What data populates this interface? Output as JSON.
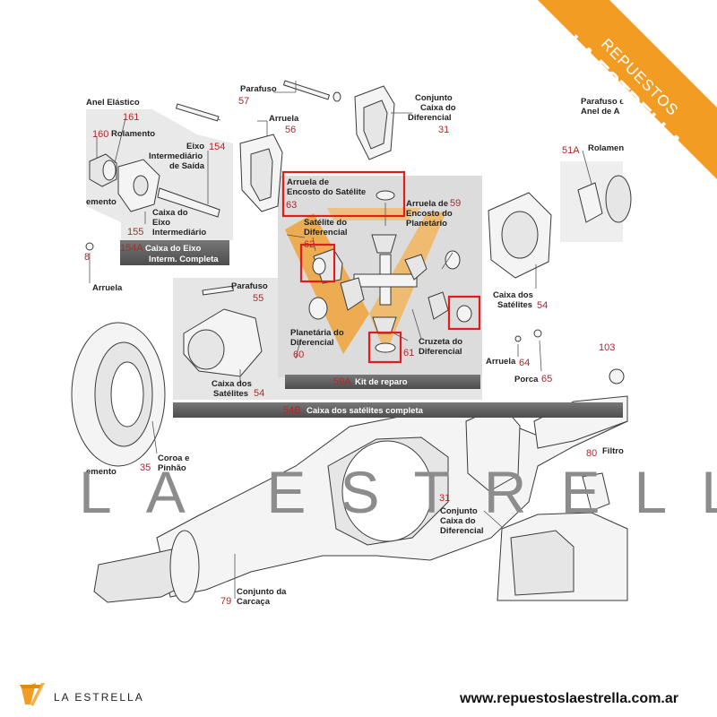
{
  "brand": {
    "corner_top": "REPUESTOS",
    "corner_main": "LA ESTRELLA",
    "watermark": "LA ESTRELLA",
    "footer_brand": "LA ESTRELLA",
    "footer_url": "www.repuestoslaestrella.com.ar",
    "accent_color": "#f39c23"
  },
  "labels": {
    "anel_elastico": "Anel Elástico",
    "n161": "161",
    "rolamento_left": "Rolamento",
    "n160": "160",
    "eixo_intermediario_saida": [
      "Eixo",
      "Intermediário",
      "de Saída"
    ],
    "n154": "154",
    "caixa_eixo_intermediario": [
      "Caixa do",
      "Eixo",
      "Intermediário"
    ],
    "n155": "155",
    "emento_top": "emento",
    "n154a": "154A",
    "band_154a": [
      "Caixa do Eixo",
      "Interm. Completa"
    ],
    "parafuso_57": "Parafuso",
    "n57": "57",
    "arruela_56": "Arruela",
    "n56": "56",
    "conjunto_caixa_31": [
      "Conjunto",
      "Caixa do",
      "Diferencial"
    ],
    "n31": "31",
    "parafuso_anel_right": [
      "Parafuso e",
      "Anel de A"
    ],
    "n51a": "51A",
    "rolamento_right": "Rolamen",
    "arruela_encosto_satelite": [
      "Arruela de",
      "Encosto do Satélite"
    ],
    "n63": "63",
    "arruela_encosto_planetario": [
      "Arruela de",
      "Encosto do",
      "Planetário"
    ],
    "n59": "59",
    "satelite_diferencial": [
      "Satélite do",
      "Diferencial"
    ],
    "n62": "62",
    "n8_left": "8",
    "arruela_left": "Arruela",
    "parafuso_55": "Parafuso",
    "n55": "55",
    "caixa_satelites_right": [
      "Caixa dos",
      "Satélites"
    ],
    "n54_right": "54",
    "planetaria_diferencial": [
      "Planetária do",
      "Diferencial"
    ],
    "n60": "60",
    "n61": "61",
    "cruzeta_diferencial": [
      "Cruzeta do",
      "Diferencial"
    ],
    "arruela_64": "Arruela",
    "n64": "64",
    "porca_65": "Porca",
    "n65": "65",
    "n103": "103",
    "caixa_satelites_left": [
      "Caixa dos",
      "Satélites"
    ],
    "n54_left": "54",
    "n59a": "59A",
    "kit_reparo": "Kit de reparo",
    "n54b": "54B",
    "caixa_satelites_completa": "Caixa dos satélites completa",
    "coroa_pinhao": [
      "Coroa e",
      "Pinhão"
    ],
    "n35": "35",
    "emento_left": "emento",
    "n31_lower": "31",
    "conjunto_caixa_lower": [
      "Conjunto",
      "Caixa do",
      "Diferencial"
    ],
    "n80": "80",
    "filtro": "Filtro",
    "n79": "79",
    "conjunto_carcaca": [
      "Conjunto da",
      "Carcaça"
    ]
  }
}
